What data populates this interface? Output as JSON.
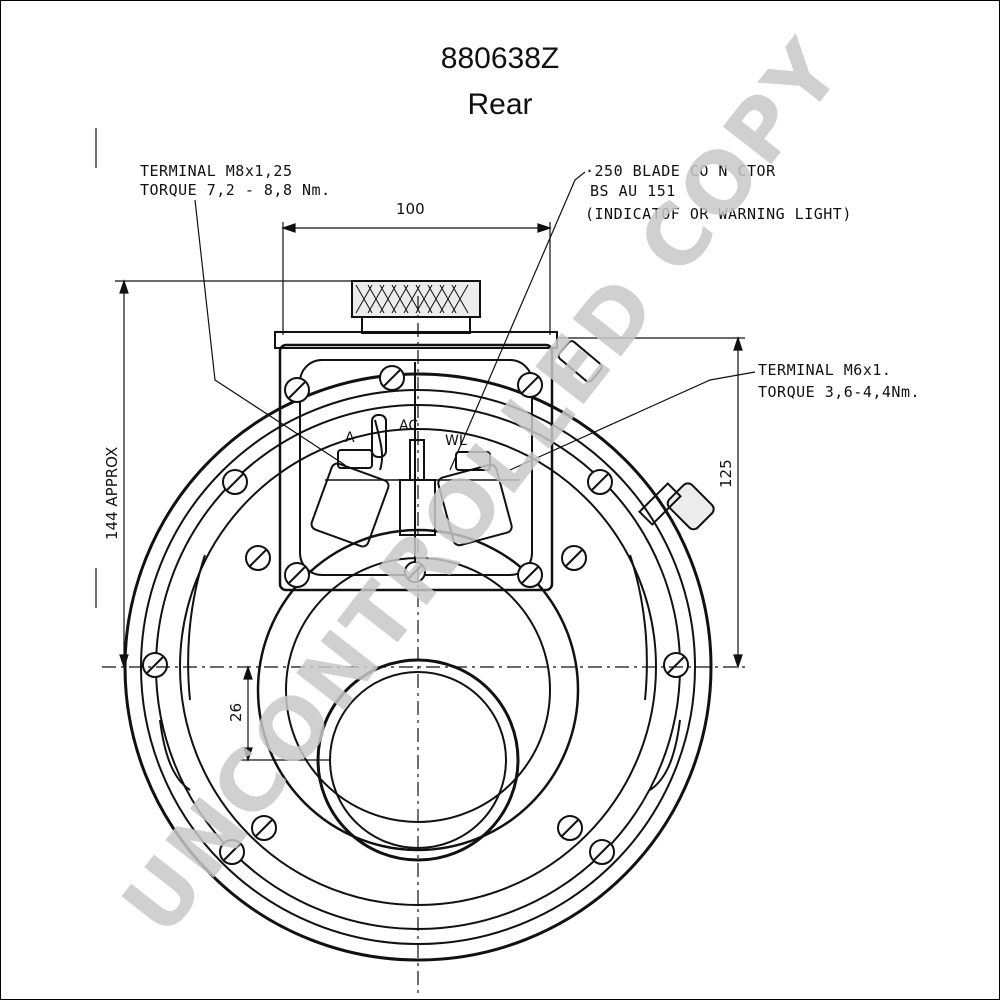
{
  "header": {
    "part_number": "880638Z",
    "view": "Rear"
  },
  "notes": {
    "terminal_main_line1": "TERMINAL  M8x1,25",
    "terminal_main_line2": "TORQUE  7,2 - 8,8 Nm.",
    "blade_line1": "·250 BLADE CO  N  CTOR",
    "blade_line2": "BS AU 151",
    "blade_line3": "(INDICATOF  OR  WARNING LIGHT)",
    "terminal_small_line1": "TERMINAL  M6x1.",
    "terminal_small_line2": "TORQUE 3,6-4,4Nm."
  },
  "dimensions": {
    "width_top": "100",
    "height_left": "144  APPROX",
    "height_right": "125",
    "offset_small": "26"
  },
  "terminal_labels": {
    "a": "A",
    "ac": "AC",
    "wl": "WL"
  },
  "watermark": "UNCONTROLLED COPY"
}
